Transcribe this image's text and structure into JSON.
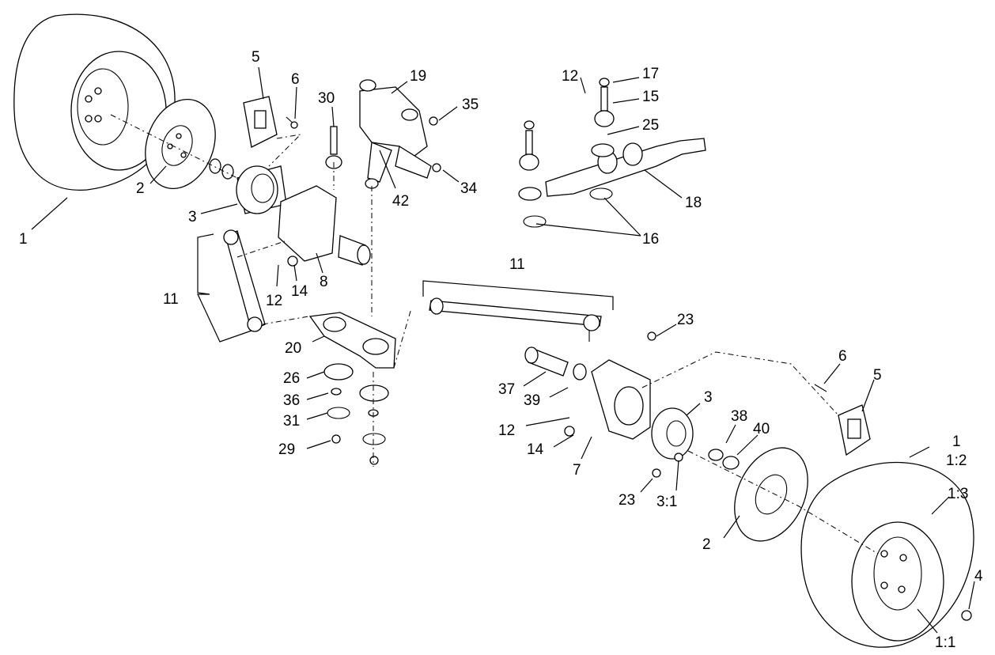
{
  "callouts": [
    {
      "text": "1"
    },
    {
      "text": "2"
    },
    {
      "text": "3"
    },
    {
      "text": "5"
    },
    {
      "text": "6"
    },
    {
      "text": "11"
    },
    {
      "text": "12"
    },
    {
      "text": "14"
    },
    {
      "text": "8"
    },
    {
      "text": "30"
    },
    {
      "text": "19"
    },
    {
      "text": "35"
    },
    {
      "text": "34"
    },
    {
      "text": "42"
    },
    {
      "text": "12"
    },
    {
      "text": "17"
    },
    {
      "text": "15"
    },
    {
      "text": "25"
    },
    {
      "text": "18"
    },
    {
      "text": "16"
    },
    {
      "text": "20"
    },
    {
      "text": "26"
    },
    {
      "text": "36"
    },
    {
      "text": "31"
    },
    {
      "text": "29"
    },
    {
      "text": "11"
    },
    {
      "text": "23"
    },
    {
      "text": "37"
    },
    {
      "text": "39"
    },
    {
      "text": "12"
    },
    {
      "text": "14"
    },
    {
      "text": "7"
    },
    {
      "text": "3"
    },
    {
      "text": "38"
    },
    {
      "text": "40"
    },
    {
      "text": "6"
    },
    {
      "text": "5"
    },
    {
      "text": "23"
    },
    {
      "text": "3:1"
    },
    {
      "text": "2"
    },
    {
      "text": "1"
    },
    {
      "text": "1:2"
    },
    {
      "text": "1:3"
    },
    {
      "text": "4"
    },
    {
      "text": "1:1"
    }
  ]
}
